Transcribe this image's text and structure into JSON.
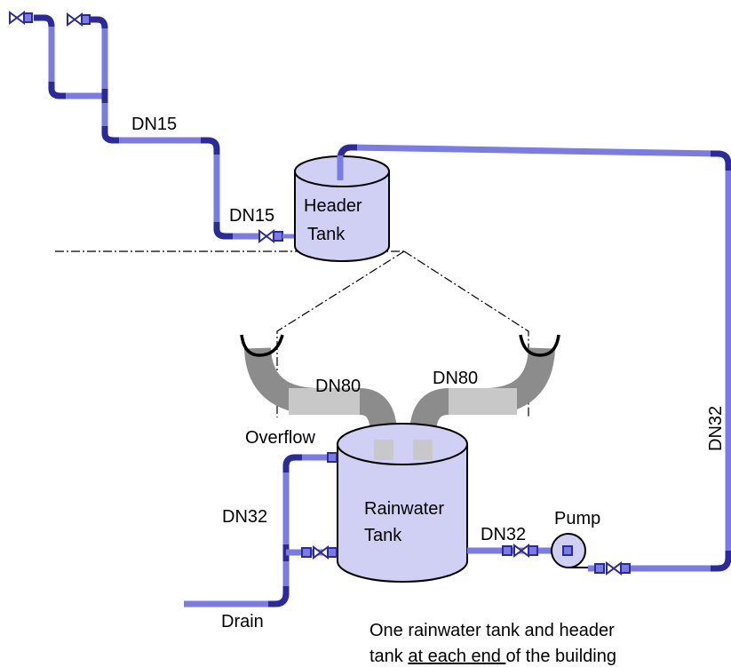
{
  "labels": {
    "dn15_upper": "DN15",
    "dn15_lower": "DN15",
    "header_tank_line1": "Header",
    "header_tank_line2": "Tank",
    "dn80_left": "DN80",
    "dn80_right": "DN80",
    "overflow": "Overflow",
    "dn32_left": "DN32",
    "rainwater_tank_line1": "Rainwater",
    "rainwater_tank_line2": "Tank",
    "dn32_bottom": "DN32",
    "pump": "Pump",
    "dn32_right": "DN32",
    "drain": "Drain"
  },
  "caption": {
    "line1": "One rainwater tank and header",
    "line2_before": "tank ",
    "line2_underlined": "at each end ",
    "line2_after": "of the building"
  },
  "colors": {
    "pipe_light": "#7b7be6",
    "pipe_dark": "#2a2a9a",
    "tank_fill": "#d0d0f4",
    "downpipe_dark": "#8c8c8c",
    "downpipe_light": "#c8c8c8",
    "gutter": "#000000"
  }
}
